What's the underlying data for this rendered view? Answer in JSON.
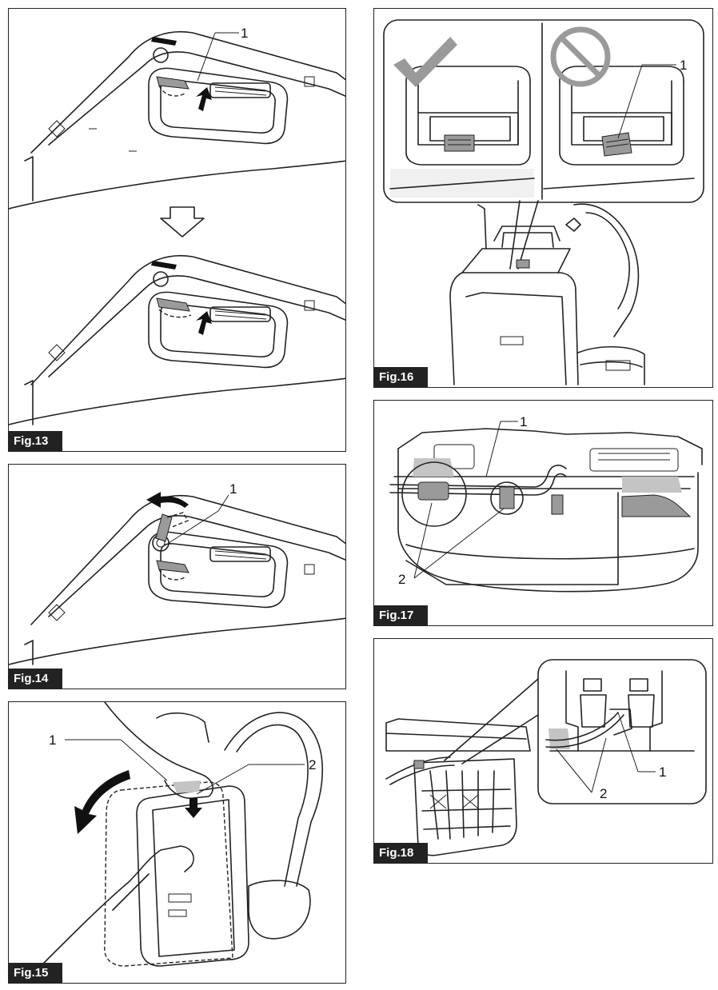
{
  "figures": [
    {
      "id": "fig13",
      "label": "Fig.13",
      "callouts": [
        "1"
      ]
    },
    {
      "id": "fig14",
      "label": "Fig.14",
      "callouts": [
        "1"
      ]
    },
    {
      "id": "fig15",
      "label": "Fig.15",
      "callouts": [
        "1",
        "2"
      ]
    },
    {
      "id": "fig16",
      "label": "Fig.16",
      "callouts": [
        "1"
      ]
    },
    {
      "id": "fig17",
      "label": "Fig.17",
      "callouts": [
        "1",
        "2"
      ]
    },
    {
      "id": "fig18",
      "label": "Fig.18",
      "callouts": [
        "1",
        "2"
      ]
    }
  ],
  "icons": [
    "checkmark-icon",
    "prohibited-icon",
    "push-arrow-icon",
    "rotate-arrow-icon",
    "down-arrow-icon"
  ]
}
